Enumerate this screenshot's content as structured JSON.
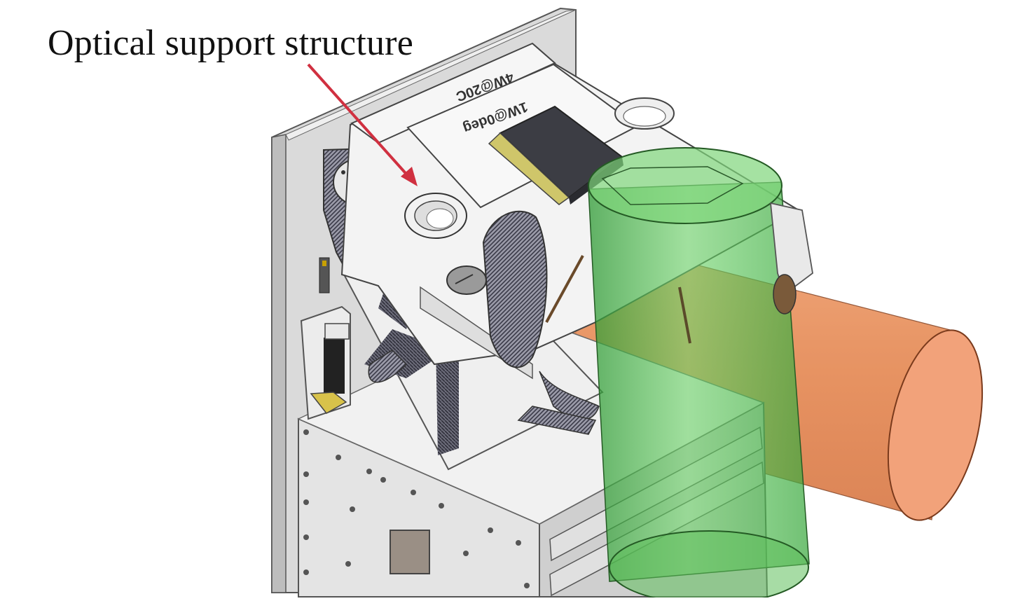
{
  "figure": {
    "callout": "Optical support structure",
    "plate_text_top": "4W@20C",
    "plate_text_bottom": "1W@0deg"
  },
  "colors": {
    "callout_arrow": "#d03040",
    "green_beam": "#4fc24f",
    "orange_beam": "#e58a55",
    "panel": "#dcdcdc",
    "mount": "#e9e9e9"
  }
}
